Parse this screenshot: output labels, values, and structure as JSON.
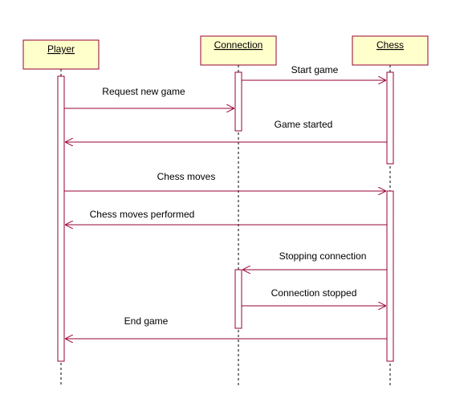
{
  "colors": {
    "object_fill": "#ffffcc",
    "object_stroke": "#990033",
    "line": "#990033",
    "activation_fill": "#ffffff"
  },
  "objects": [
    {
      "id": "player",
      "label": "Player"
    },
    {
      "id": "connection",
      "label": "Connection"
    },
    {
      "id": "chess",
      "label": "Chess"
    }
  ],
  "messages": [
    {
      "id": "start-game",
      "label": "Start game",
      "from": "connection",
      "to": "chess"
    },
    {
      "id": "request-new-game",
      "label": "Request new game",
      "from": "player",
      "to": "connection"
    },
    {
      "id": "game-started",
      "label": "Game started",
      "from": "chess",
      "to": "player"
    },
    {
      "id": "chess-moves",
      "label": "Chess moves",
      "from": "player",
      "to": "chess"
    },
    {
      "id": "chess-moves-performed",
      "label": "Chess moves performed",
      "from": "chess",
      "to": "player"
    },
    {
      "id": "stopping-connection",
      "label": "Stopping connection",
      "from": "chess",
      "to": "connection"
    },
    {
      "id": "connection-stopped",
      "label": "Connection stopped",
      "from": "connection",
      "to": "chess"
    },
    {
      "id": "end-game",
      "label": "End game",
      "from": "chess",
      "to": "player"
    }
  ]
}
